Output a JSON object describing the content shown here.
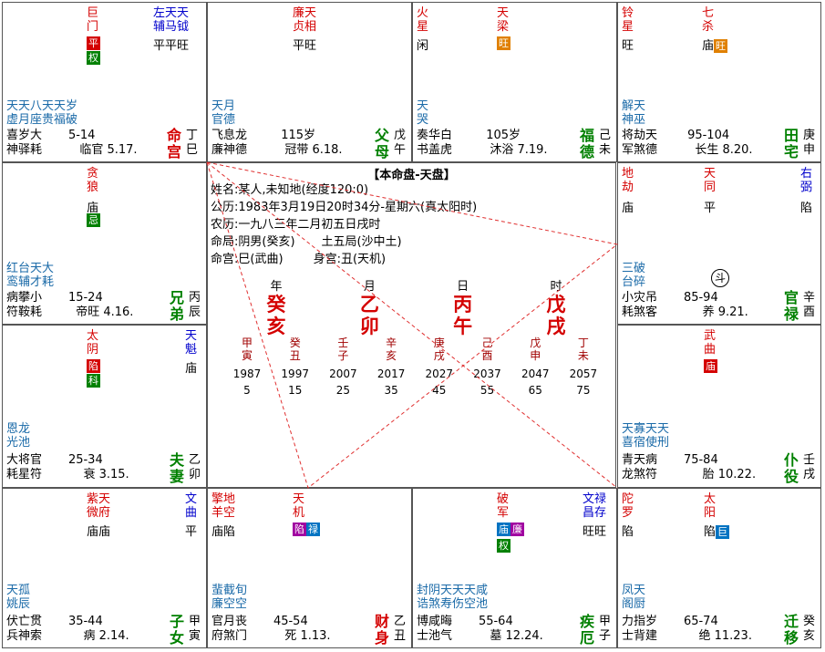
{
  "center": {
    "title": "【本命盘-天盘】",
    "name_line": "姓名:某人,未知地(经度120:0)",
    "solar_line": "公历:1983年3月19日20时34分-星期六(真太阳时)",
    "lunar_line": "农历:一九八三年二月初五日戌时",
    "ju_line_a": "命局:阴男(癸亥)",
    "ju_line_b": "土五局(沙中土)",
    "ming_line_a": "命宫:巳(武曲)",
    "ming_line_b": "身宫:丑(天机)",
    "pillars": [
      {
        "label": "年",
        "gz": [
          "癸",
          "亥"
        ]
      },
      {
        "label": "月",
        "gz": [
          "乙",
          "卯"
        ]
      },
      {
        "label": "日",
        "gz": [
          "丙",
          "午"
        ]
      },
      {
        "label": "时",
        "gz": [
          "戊",
          "戌"
        ]
      }
    ],
    "luck": [
      {
        "gan": "甲",
        "zhi": "寅",
        "year": "1987",
        "age": "5"
      },
      {
        "gan": "癸",
        "zhi": "丑",
        "year": "1997",
        "age": "15"
      },
      {
        "gan": "壬",
        "zhi": "子",
        "year": "2007",
        "age": "25"
      },
      {
        "gan": "辛",
        "zhi": "亥",
        "year": "2017",
        "age": "35"
      },
      {
        "gan": "庚",
        "zhi": "戌",
        "year": "2027",
        "age": "45"
      },
      {
        "gan": "己",
        "zhi": "酉",
        "year": "2037",
        "age": "55"
      },
      {
        "gan": "戊",
        "zhi": "申",
        "year": "2047",
        "age": "65"
      },
      {
        "gan": "丁",
        "zhi": "未",
        "year": "2057",
        "age": "75"
      }
    ]
  },
  "palaces": {
    "si": {
      "stars_red": [
        "巨门"
      ],
      "stars_blue": [
        "左辅",
        "天马",
        "天钺"
      ],
      "status_red": "平权",
      "status_blue": [
        "平",
        "平",
        "旺"
      ],
      "minor_top": "天天八天天岁",
      "minor_bottom": "虚月座贵福破",
      "row1": [
        "喜",
        "岁",
        "大"
      ],
      "row1_range": "5-14",
      "row2": [
        "神",
        "驿",
        "耗"
      ],
      "row2_stage": "临官 5.17.",
      "gong": "命宫",
      "gan": "丁",
      "zhi": "巳"
    },
    "wu": {
      "stars_red": [
        "廉贞",
        "天相"
      ],
      "status": "平旺",
      "minor_top": "天月",
      "minor_bottom": "官德",
      "row1": [
        "飞",
        "息",
        "龙"
      ],
      "row1_range": "115岁",
      "row2": [
        "廉",
        "神",
        "德"
      ],
      "row2_stage": "冠带 6.18.",
      "gong": "父母",
      "gan": "戊",
      "zhi": "午"
    },
    "wei": {
      "stars_red": [
        "火星",
        "天梁"
      ],
      "status_a": "闲",
      "status_b": "旺",
      "minor_top": "天",
      "minor_bottom": "哭",
      "row1": [
        "奏",
        "华",
        "白"
      ],
      "row1_range": "105岁",
      "row2": [
        "书",
        "盖",
        "虎"
      ],
      "row2_stage": "沐浴 7.19.",
      "gong": "福德",
      "gan": "己",
      "zhi": "未"
    },
    "shen": {
      "stars_red": [
        "铃星",
        "七杀"
      ],
      "status_a": "旺",
      "status_b": "庙",
      "minor_top": "解天",
      "minor_bottom": "神巫",
      "row1": [
        "将",
        "劫",
        "天"
      ],
      "row1_range": "95-104",
      "row2": [
        "军",
        "煞",
        "德"
      ],
      "row2_stage": "长生 8.20.",
      "gong": "田宅",
      "gan": "庚",
      "zhi": "申"
    },
    "chen": {
      "stars_red": [
        "贪狼"
      ],
      "status": "庙",
      "hua": "忌",
      "minor_top": "红台天大",
      "minor_bottom": "鸾辅才耗",
      "row1": [
        "病",
        "攀",
        "小"
      ],
      "row1_range": "15-24",
      "row2": [
        "符",
        "鞍",
        "耗"
      ],
      "row2_stage": "帝旺 4.16.",
      "gong": "兄弟",
      "gan": "丙",
      "zhi": "辰"
    },
    "you": {
      "stars_red": [
        "地劫",
        "天同"
      ],
      "stars_blue": [
        "右弼"
      ],
      "status_a": "庙",
      "status_b": "平",
      "status_c": "陷",
      "minor_top": "三破",
      "minor_bottom": "台碎",
      "dou": "斗",
      "row1": [
        "小",
        "灾",
        "吊"
      ],
      "row1_range": "85-94",
      "row2": [
        "耗",
        "煞",
        "客"
      ],
      "row2_stage": "养 9.21.",
      "gong": "官禄",
      "gan": "辛",
      "zhi": "酉"
    },
    "mao": {
      "stars_red": [
        "太阴"
      ],
      "stars_blue": [
        "天魁"
      ],
      "status_a": "陷",
      "status_b": "庙",
      "hua": "科",
      "minor_top": "恩龙",
      "minor_bottom": "光池",
      "row1": [
        "大",
        "将",
        "官"
      ],
      "row1_range": "25-34",
      "row2": [
        "耗",
        "星",
        "符"
      ],
      "row2_stage": "衰 3.15.",
      "gong": "夫妻",
      "gan": "乙",
      "zhi": "卯"
    },
    "xu": {
      "stars_red": [
        "武曲"
      ],
      "status": "庙",
      "minor_top": "天寡天天",
      "minor_bottom": "喜宿使刑",
      "row1": [
        "青",
        "天",
        "病"
      ],
      "row1_range": "75-84",
      "row2": [
        "龙",
        "煞",
        "符"
      ],
      "row2_stage": "胎 10.22.",
      "gong": "仆役",
      "gan": "壬",
      "zhi": "戌"
    },
    "yin": {
      "stars_red": [
        "紫微",
        "天府"
      ],
      "stars_blue": [
        "文曲"
      ],
      "status_a": "庙庙",
      "status_b": "平",
      "minor_top": "天孤",
      "minor_bottom": "姚辰",
      "row1": [
        "伏",
        "亡",
        "贯"
      ],
      "row1_range": "35-44",
      "row2": [
        "兵",
        "神",
        "索"
      ],
      "row2_stage": "病 2.14.",
      "gong": "子女",
      "gan": "甲",
      "zhi": "寅"
    },
    "chou": {
      "stars_red": [
        "擎羊",
        "地空",
        "天机"
      ],
      "status_a": "庙陷",
      "status_b": "陷",
      "status_c": "禄",
      "minor_top": "蜚截旬",
      "minor_bottom": "廉空空",
      "row1": [
        "官",
        "月",
        "丧"
      ],
      "row1_range": "45-54",
      "row2": [
        "府",
        "煞",
        "门"
      ],
      "row2_stage": "死 1.13.",
      "gong": "财身",
      "gan": "乙",
      "zhi": "丑"
    },
    "zi": {
      "stars_red": [
        "破军"
      ],
      "stars_blue": [
        "文昌",
        "禄存"
      ],
      "status_a": "庙",
      "status_b": "旺旺",
      "hua_a": "廉",
      "hua_b": "权",
      "minor_top": "封阴天天天咸",
      "minor_bottom": "诰煞寿伤空池",
      "row1": [
        "博",
        "咸",
        "晦"
      ],
      "row1_range": "55-64",
      "row2": [
        "士",
        "池",
        "气"
      ],
      "row2_stage": "墓 12.24.",
      "gong": "疾厄",
      "gan": "甲",
      "zhi": "子"
    },
    "hai": {
      "stars_red": [
        "陀罗",
        "太阳"
      ],
      "status_a": "陷",
      "status_b": "陷",
      "hua": "巨",
      "minor_top": "凤天",
      "minor_bottom": "阁厨",
      "row1": [
        "力",
        "指",
        "岁"
      ],
      "row1_range": "65-74",
      "row2": [
        "士",
        "背",
        "建"
      ],
      "row2_stage": "绝 11.23.",
      "gong": "迁移",
      "gan": "癸",
      "zhi": "亥"
    }
  }
}
